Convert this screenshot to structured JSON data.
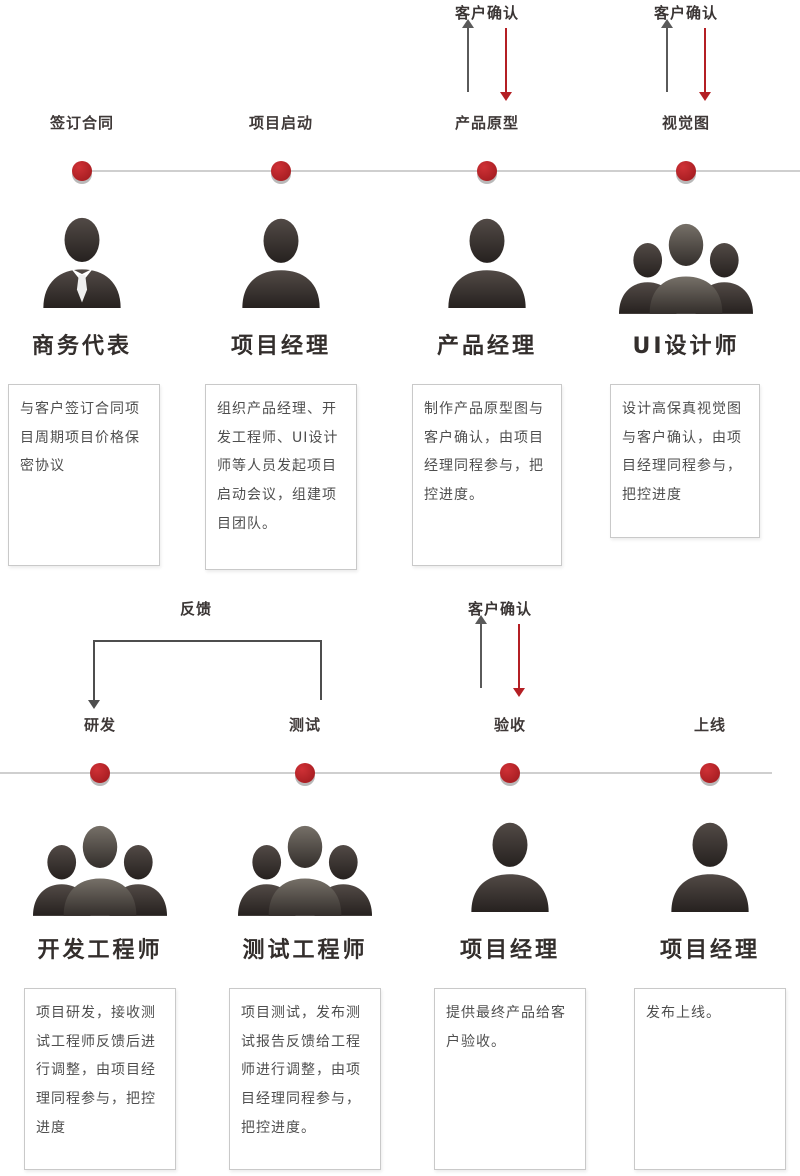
{
  "labels": {
    "confirm": "客户确认",
    "feedback": "反馈"
  },
  "top_steps": [
    {
      "stage": "签订合同",
      "role": "商务代表",
      "icon": "person-with-tie",
      "customer_confirm": false,
      "desc": "与客户签订合同项目周期项目价格保密协议"
    },
    {
      "stage": "项目启动",
      "role": "项目经理",
      "icon": "person",
      "customer_confirm": false,
      "desc": "组织产品经理、开发工程师、UI设计师等人员发起项目启动会议，组建项目团队。"
    },
    {
      "stage": "产品原型",
      "role": "产品经理",
      "icon": "person",
      "customer_confirm": true,
      "desc": "制作产品原型图与客户确认，由项目经理同程参与，把控进度。"
    },
    {
      "stage": "视觉图",
      "role": "UI设计师",
      "icon": "group",
      "customer_confirm": true,
      "desc": "设计高保真视觉图与客户确认，由项目经理同程参与，把控进度"
    }
  ],
  "bottom_steps": [
    {
      "stage": "研发",
      "role": "开发工程师",
      "icon": "group",
      "customer_confirm": false,
      "desc": "项目研发，接收测试工程师反馈后进行调整，由项目经理同程参与，把控进度"
    },
    {
      "stage": "测试",
      "role": "测试工程师",
      "icon": "group",
      "customer_confirm": false,
      "desc": "项目测试，发布测试报告反馈给工程师进行调整，由项目经理同程参与，把控进度。"
    },
    {
      "stage": "验收",
      "role": "项目经理",
      "icon": "person",
      "customer_confirm": true,
      "desc": "提供最终产品给客户验收。"
    },
    {
      "stage": "上线",
      "role": "项目经理",
      "icon": "person",
      "customer_confirm": false,
      "desc": "发布上线。"
    }
  ],
  "feedback_flow": {
    "from": "测试",
    "to": "研发",
    "label": "反馈"
  },
  "icons": {
    "person": "single-person-silhouette",
    "person-with-tie": "single-person-silhouette-with-tie",
    "group": "three-person-team-silhouette",
    "up_arrow": "↑",
    "down_arrow": "↓"
  },
  "colors": {
    "accent_red": "#b41f24",
    "silhouette_dark": "#37302d",
    "line_gray": "#cfcfcf",
    "text_dark": "#332e2c",
    "text_body": "#4e4e4e"
  }
}
